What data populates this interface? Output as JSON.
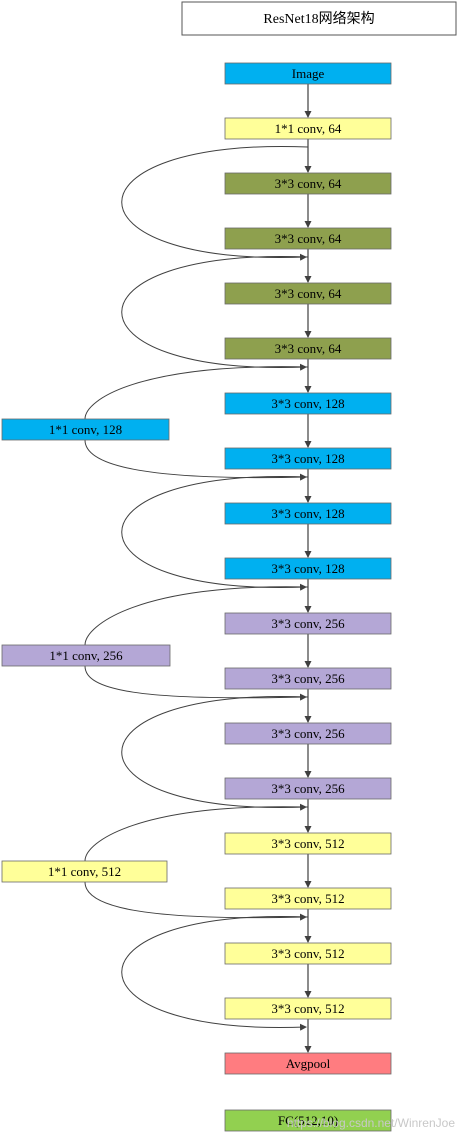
{
  "title": "ResNet18网络架构",
  "colors": {
    "cyan": "#00b0f0",
    "yellow": "#ffff99",
    "olive": "#8ea04e",
    "purple": "#b4a7d6",
    "red": "#ff7c80",
    "green": "#92d050",
    "line": "#404040"
  },
  "blocks": [
    {
      "id": "image",
      "label": "Image",
      "color": "cyan"
    },
    {
      "id": "conv1x1-64",
      "label": "1*1 conv, 64",
      "color": "yellow"
    },
    {
      "id": "conv3x3-64-1",
      "label": "3*3 conv, 64",
      "color": "olive"
    },
    {
      "id": "conv3x3-64-2",
      "label": "3*3 conv, 64",
      "color": "olive"
    },
    {
      "id": "conv3x3-64-3",
      "label": "3*3 conv, 64",
      "color": "olive"
    },
    {
      "id": "conv3x3-64-4",
      "label": "3*3 conv, 64",
      "color": "olive"
    },
    {
      "id": "conv3x3-128-1",
      "label": "3*3 conv, 128",
      "color": "cyan"
    },
    {
      "id": "conv3x3-128-2",
      "label": "3*3 conv, 128",
      "color": "cyan"
    },
    {
      "id": "conv3x3-128-3",
      "label": "3*3 conv, 128",
      "color": "cyan"
    },
    {
      "id": "conv3x3-128-4",
      "label": "3*3 conv, 128",
      "color": "cyan"
    },
    {
      "id": "conv3x3-256-1",
      "label": "3*3 conv, 256",
      "color": "purple"
    },
    {
      "id": "conv3x3-256-2",
      "label": "3*3 conv, 256",
      "color": "purple"
    },
    {
      "id": "conv3x3-256-3",
      "label": "3*3 conv, 256",
      "color": "purple"
    },
    {
      "id": "conv3x3-256-4",
      "label": "3*3 conv, 256",
      "color": "purple"
    },
    {
      "id": "conv3x3-512-1",
      "label": "3*3 conv, 512",
      "color": "yellow"
    },
    {
      "id": "conv3x3-512-2",
      "label": "3*3 conv, 512",
      "color": "yellow"
    },
    {
      "id": "conv3x3-512-3",
      "label": "3*3 conv, 512",
      "color": "yellow"
    },
    {
      "id": "conv3x3-512-4",
      "label": "3*3 conv, 512",
      "color": "yellow"
    },
    {
      "id": "avgpool",
      "label": "Avgpool",
      "color": "red"
    },
    {
      "id": "fc",
      "label": "FC(512,10)",
      "color": "green"
    }
  ],
  "shortcut_convs": [
    {
      "id": "shortcut-128",
      "label": "1*1 conv, 128",
      "color": "cyan"
    },
    {
      "id": "shortcut-256",
      "label": "1*1 conv, 256",
      "color": "purple"
    },
    {
      "id": "shortcut-512",
      "label": "1*1 conv, 512",
      "color": "yellow"
    }
  ],
  "watermark": "https://blog.csdn.net/WinrenJoe"
}
